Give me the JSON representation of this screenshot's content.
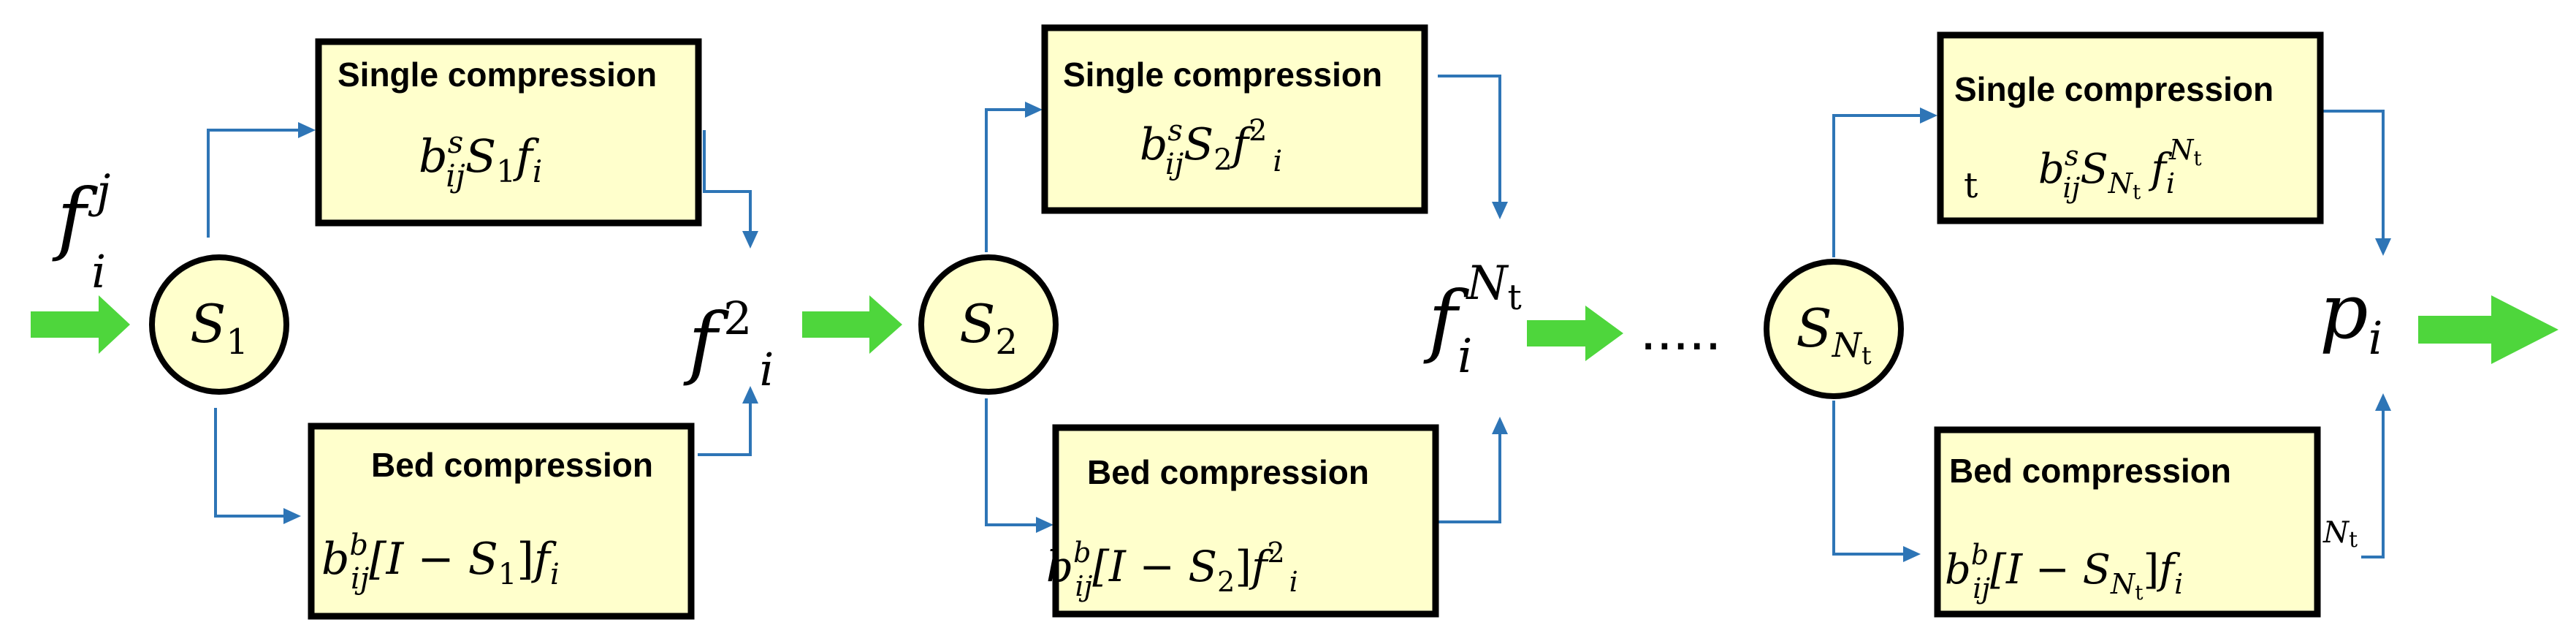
{
  "flow": {
    "input": {
      "f": "f",
      "sup": "j",
      "sub": "i"
    },
    "intermediate1": {
      "f": "f",
      "sup": "2",
      "sub": "i"
    },
    "intermediate2": {
      "f": "f",
      "sub": "i",
      "sup": "N",
      "supsub": "t"
    },
    "ellipsis": ".....",
    "output": {
      "p": "p",
      "sub": "i"
    }
  },
  "stages": [
    {
      "node": {
        "label": "S",
        "sub": "1"
      },
      "single": {
        "title": "Single compression",
        "b": "b",
        "bsup": "s",
        "bsub": "ij",
        "S": "S",
        "Ssub": "1",
        "f": "f",
        "fsub": "i"
      },
      "bed": {
        "title": "Bed compression",
        "b": "b",
        "bsup": "b",
        "bsub": "ij",
        "open": "[I − ",
        "S": "S",
        "Ssub": "1",
        "close": "]",
        "f": "f",
        "fsub": "i"
      }
    },
    {
      "node": {
        "label": "S",
        "sub": "2"
      },
      "single": {
        "title": "Single compression",
        "b": "b",
        "bsup": "s",
        "bsub": "ij",
        "S": "S",
        "Ssub": "2",
        "f": "f",
        "fsup": "2",
        "fsub": "i"
      },
      "bed": {
        "title": "Bed compression",
        "b": "b",
        "bsup": "b",
        "bsub": "ij",
        "open": "[I − ",
        "S": "S",
        "Ssub": "2",
        "close": "]",
        "f": "f",
        "fsup": "2",
        "fsub": "i"
      }
    },
    {
      "node": {
        "label": "S",
        "sub": "N",
        "subsub": "t"
      },
      "single": {
        "title": "Single compression",
        "stray": "t",
        "b": "b",
        "bsup": "s",
        "bsub": "ij",
        "S": "S",
        "Ssub": "N",
        "Ssubsub": "t",
        "f": "f",
        "fsub": "i",
        "fsup": "N",
        "fsupsub": "t"
      },
      "bed": {
        "title": "Bed compression",
        "b": "b",
        "bsup": "b",
        "bsub": "ij",
        "open": "[I − ",
        "S": "S",
        "Ssub": "N",
        "Ssubsub": "t",
        "close": "]",
        "f": "f",
        "fsub": "i",
        "outside_sup": "N",
        "outside_supsub": "t"
      }
    }
  ],
  "colors": {
    "wire": "#2e75b6",
    "flow_arrow": "#4ed63c",
    "box_fill": "#ffffcc",
    "stroke": "#000000"
  }
}
